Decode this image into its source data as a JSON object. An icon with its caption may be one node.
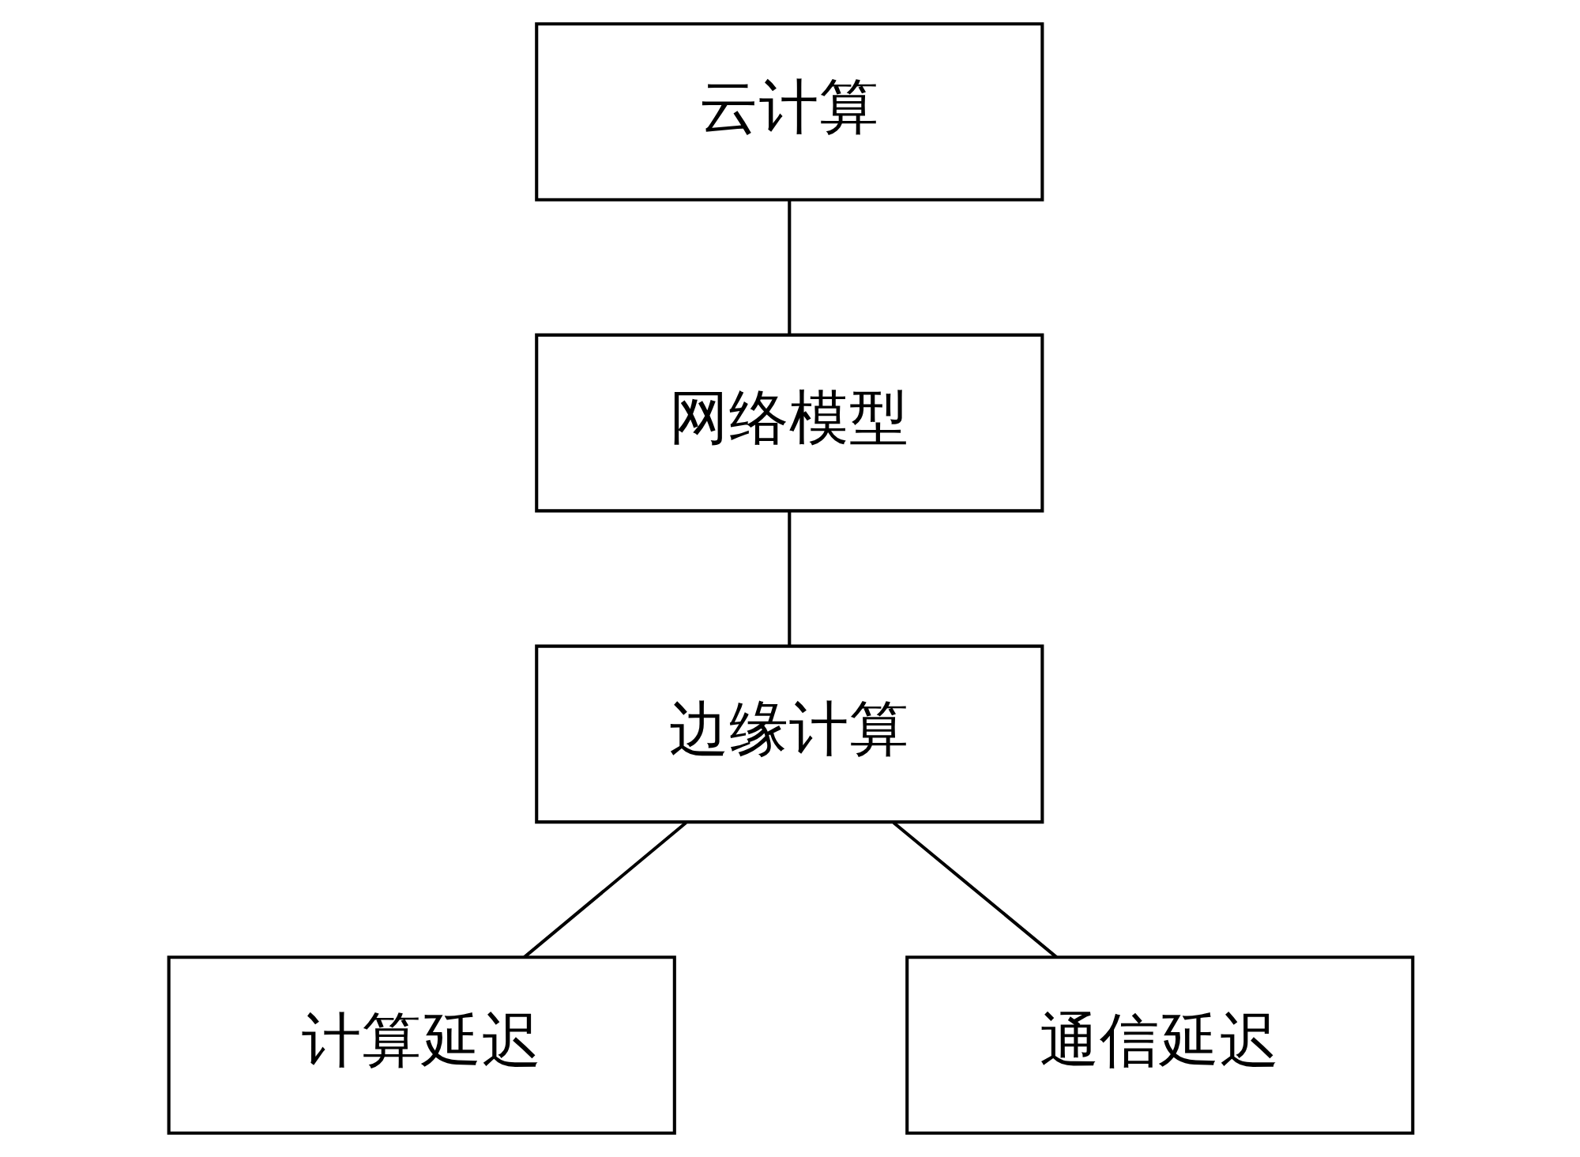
{
  "diagram": {
    "nodes": [
      {
        "text": [
          "云计算"
        ]
      },
      {
        "text": [
          "网络模型"
        ]
      },
      {
        "text": [
          "边缘计算"
        ]
      },
      {
        "text": [
          "计算延迟"
        ]
      },
      {
        "text": [
          "通信延迟"
        ]
      }
    ],
    "edges": [
      {
        "from": 0,
        "to": 1,
        "arrow": "none"
      },
      {
        "from": 1,
        "to": 2,
        "arrow": "none"
      },
      {
        "from": 2,
        "to": 3,
        "arrow": "none"
      },
      {
        "from": 2,
        "to": 4,
        "arrow": "none"
      }
    ]
  }
}
